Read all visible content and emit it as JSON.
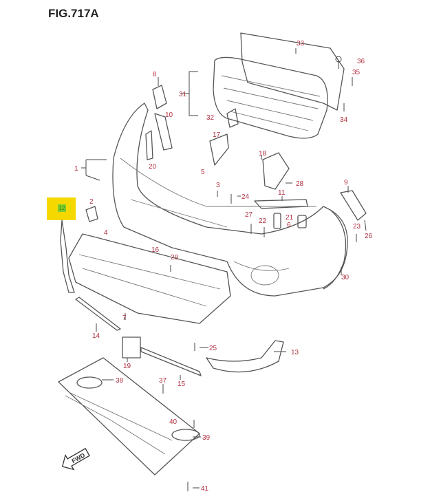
{
  "figure": {
    "title": "FIG.717A"
  },
  "highlight": {
    "label": "12",
    "color": "#f5d800",
    "marker_color": "#7ccc2a"
  },
  "fwd_label": "FWD",
  "callouts": [
    "33",
    "36",
    "35",
    "8",
    "31",
    "10",
    "32",
    "34",
    "17",
    "18",
    "1",
    "20",
    "5",
    "3",
    "28",
    "9",
    "24",
    "11",
    "2",
    "4",
    "27",
    "22",
    "21",
    "6",
    "23",
    "26",
    "16",
    "29",
    "30",
    "7",
    "14",
    "25",
    "13",
    "19",
    "15",
    "38",
    "37",
    "40",
    "39",
    "41"
  ]
}
